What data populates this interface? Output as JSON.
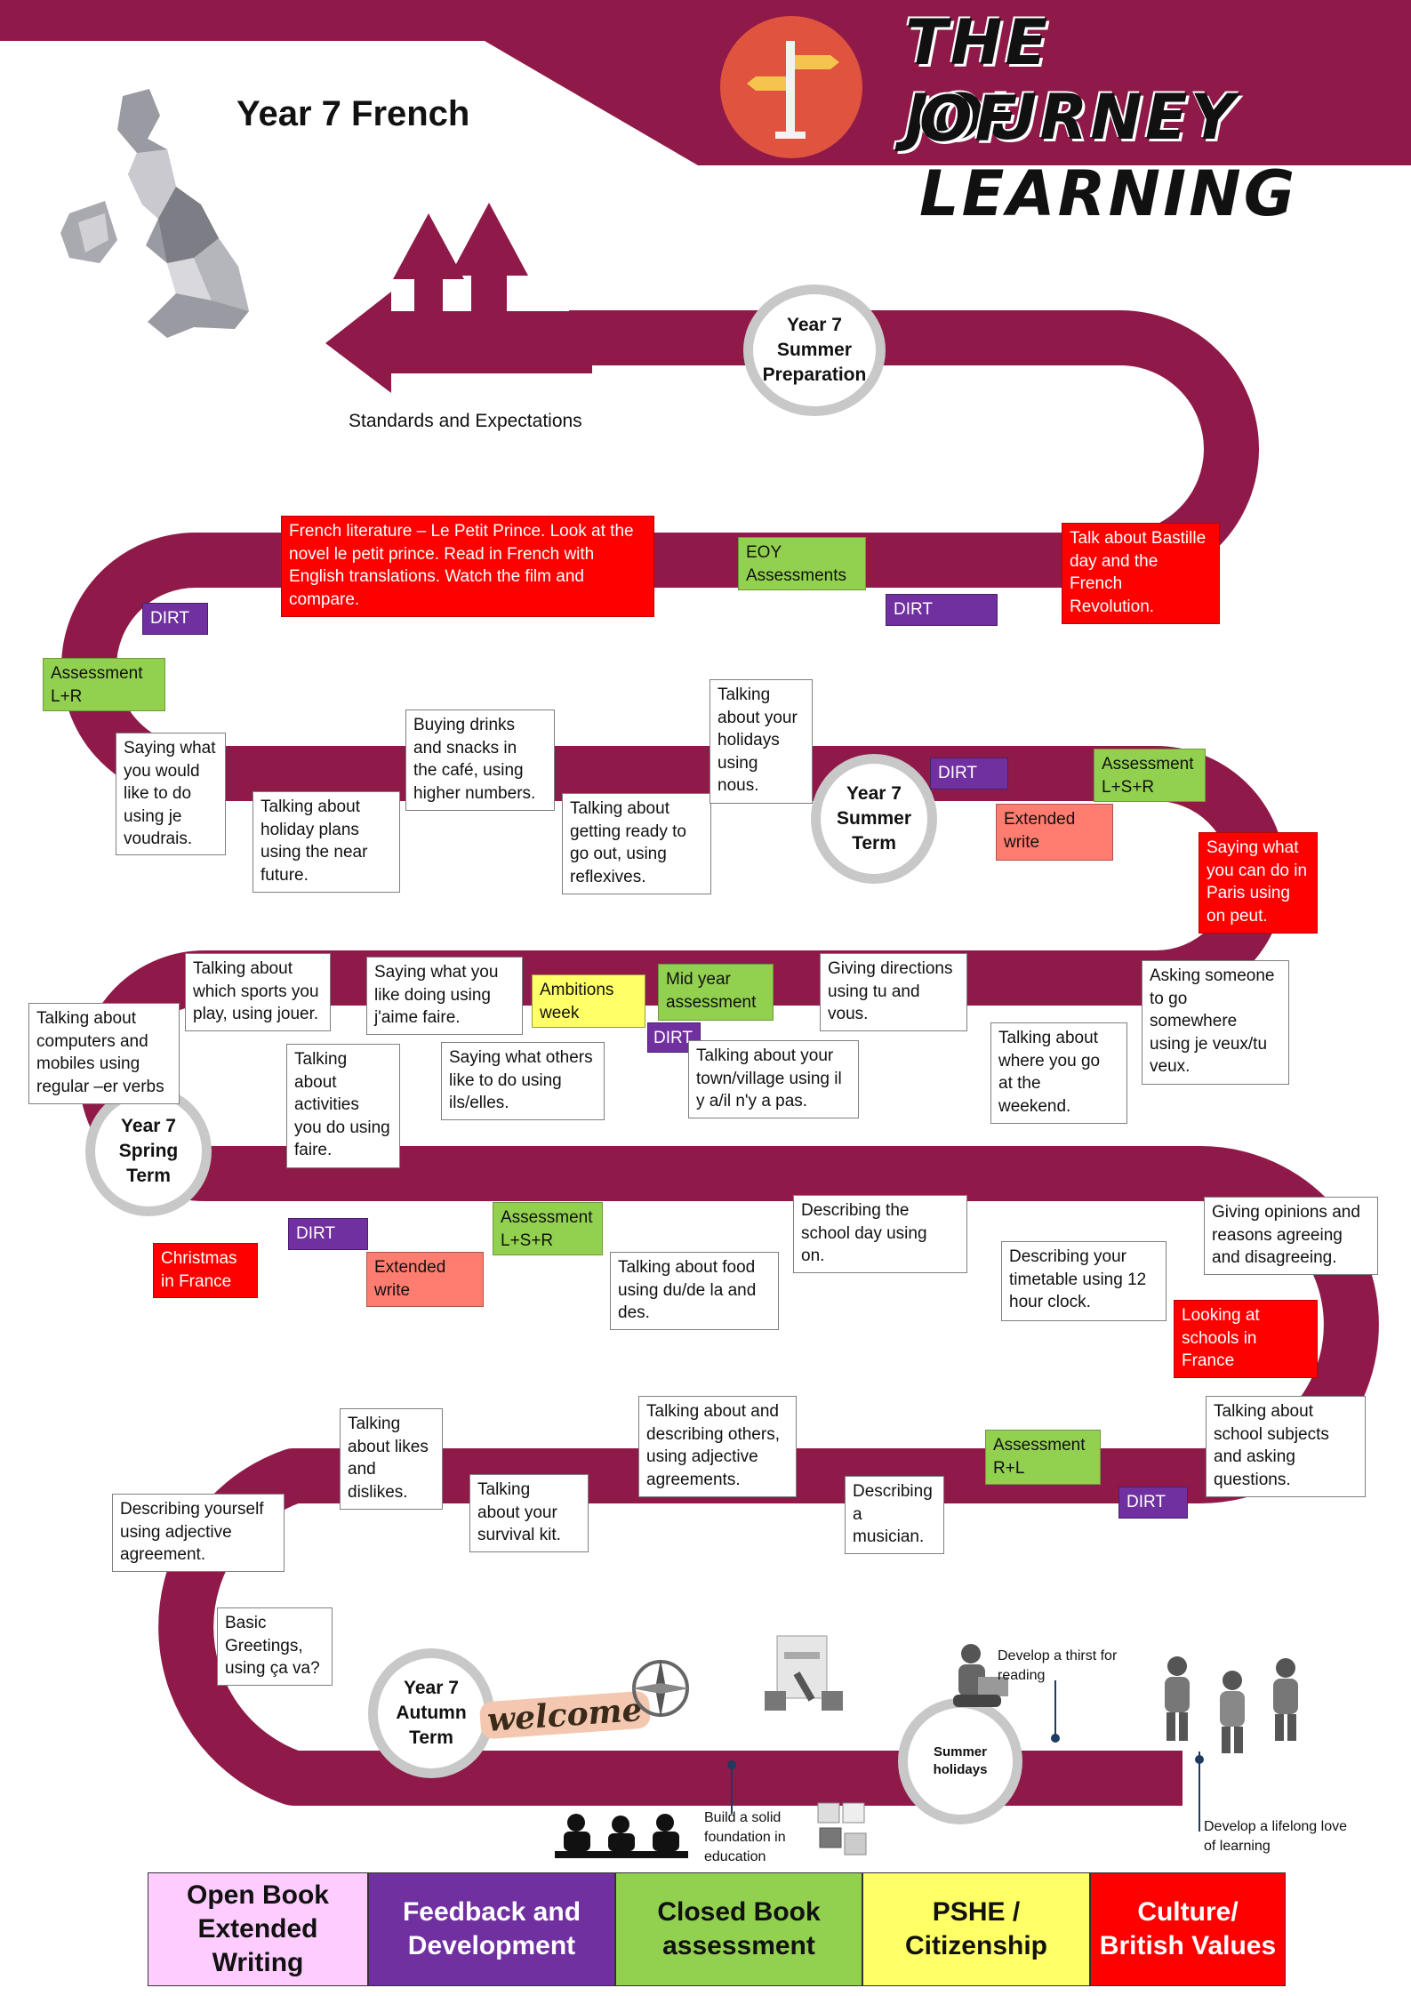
{
  "header": {
    "title_line1": "THE JOURNEY",
    "title_line2": "OF LEARNING",
    "subject": "Year 7 French",
    "standards": "Standards and Expectations"
  },
  "colors": {
    "road": "#8f1a4a",
    "red": "#ff0000",
    "green": "#92d050",
    "purple": "#7030a0",
    "yellow": "#ffff66",
    "salmon": "#ff7c70",
    "pink": "#ffccff"
  },
  "terms": {
    "summer_prep": "Year 7\nSummer\nPreparation",
    "summer": "Year 7\nSummer\nTerm",
    "spring": "Year 7\nSpring\nTerm",
    "autumn": "Year 7\nAutumn\nTerm",
    "holidays": "Summer\nholidays"
  },
  "boxes": {
    "petit_prince": "French literature – Le Petit Prince. Look at the novel le petit prince. Read in French with English translations. Watch the film and compare.",
    "eoy": "EOY\nAssessments",
    "bastille": "Talk about Bastille\nday and the\nFrench\nRevolution.",
    "dirt1": "DIRT",
    "dirt2": "DIRT",
    "assess_lr": "Assessment\nL+R",
    "je_voudrais": "Saying what\nyou would\nlike to do\nusing je\nvoudrais.",
    "holiday_plans": "Talking about\nholiday plans\nusing the near\nfuture.",
    "buying_drinks": "Buying drinks\nand snacks in\nthe café, using\nhigher numbers.",
    "getting_ready": "Talking about\ngetting ready to\ngo out, using\nreflexives.",
    "holidays_nous": "Talking\nabout your\nholidays\nusing\nnous.",
    "dirt3": "DIRT",
    "assess_lsr": "Assessment\nL+S+R",
    "extended1": "Extended\nwrite",
    "paris": "Saying what\nyou can do in\nParis using\non peut.",
    "computers": "Talking about\ncomputers and\nmobiles using\nregular –er verbs",
    "sports": "Talking about\nwhich sports you\nplay, using jouer.",
    "jaime": "Saying what you\nlike doing using\nj'aime faire.",
    "ambitions": "Ambitions\nweek",
    "midyear": "Mid year\nassessment",
    "directions": "Giving directions\nusing tu and\nvous.",
    "asking": "Asking someone\nto go\nsomewhere\nusing je veux/tu\nveux.",
    "activities": "Talking\nabout\nactivities\nyou do using\nfaire.",
    "others": "Saying what others\nlike to do using\nils/elles.",
    "dirt4": "DIRT",
    "town": "Talking about your\ntown/village using il\ny a/il n'y a pas.",
    "weekend": "Talking about\nwhere you go\nat the\nweekend.",
    "christmas": "Christmas\nin France",
    "dirt5": "DIRT",
    "extended2": "Extended\nwrite",
    "assess_lsr2": "Assessment\nL+S+R",
    "food": "Talking about food\nusing du/de la and\ndes.",
    "school_day": "Describing the\nschool day using\non.",
    "timetable": "Describing your\ntimetable using 12\nhour clock.",
    "opinions": "Giving opinions and\nreasons agreeing\nand disagreeing.",
    "schools_france": "Looking at\nschools in\nFrance",
    "yourself": "Describing yourself\nusing adjective\nagreement.",
    "likes": "Talking\nabout likes\nand\ndislikes.",
    "survival": "Talking\nabout your\nsurvival kit.",
    "describing_others": "Talking about and\ndescribing others,\nusing adjective\nagreements.",
    "musician": "Describing\na\nmusician.",
    "assess_rl": "Assessment\nR+L",
    "dirt6": "DIRT",
    "subjects": "Talking about\nschool subjects\nand asking\nquestions.",
    "greetings": "Basic\nGreetings,\nusing ça va?"
  },
  "annotations": {
    "welcome": "welcome",
    "thirst": "Develop a thirst for\nreading",
    "foundation": "Build a solid\nfoundation in\neducation",
    "lifelong": "Develop a lifelong love\nof learning"
  },
  "legend": [
    {
      "label": "Open Book\nExtended\nWriting",
      "color": "#ffccff"
    },
    {
      "label": "Feedback and\nDevelopment",
      "color": "#7030a0"
    },
    {
      "label": "Closed Book\nassessment",
      "color": "#92d050"
    },
    {
      "label": "PSHE /\nCitizenship",
      "color": "#ffff66"
    },
    {
      "label": "Culture/\nBritish Values",
      "color": "#ff0000"
    }
  ]
}
